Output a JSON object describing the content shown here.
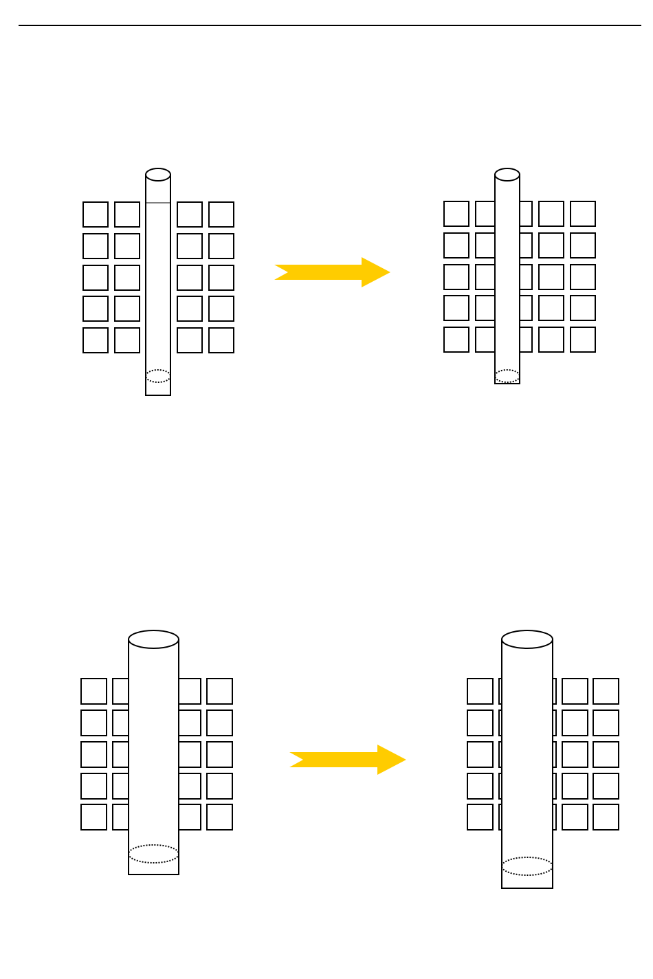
{
  "colors": {
    "line": "#000000",
    "background": "#ffffff",
    "arrow": "#ffcc00"
  },
  "panels": [
    {
      "name": "small-tube-before",
      "rows": 5,
      "cols": 4,
      "tube_inserted": false
    },
    {
      "name": "small-tube-after",
      "rows": 5,
      "cols": 5,
      "tube_inserted": true
    },
    {
      "name": "large-tube-before",
      "rows": 5,
      "cols": 4,
      "tube_inserted": false
    },
    {
      "name": "large-tube-after",
      "rows": 5,
      "cols": 5,
      "tube_inserted": true
    }
  ],
  "arrows": [
    {
      "name": "transition-arrow-top",
      "direction": "right"
    },
    {
      "name": "transition-arrow-bottom",
      "direction": "right"
    }
  ]
}
